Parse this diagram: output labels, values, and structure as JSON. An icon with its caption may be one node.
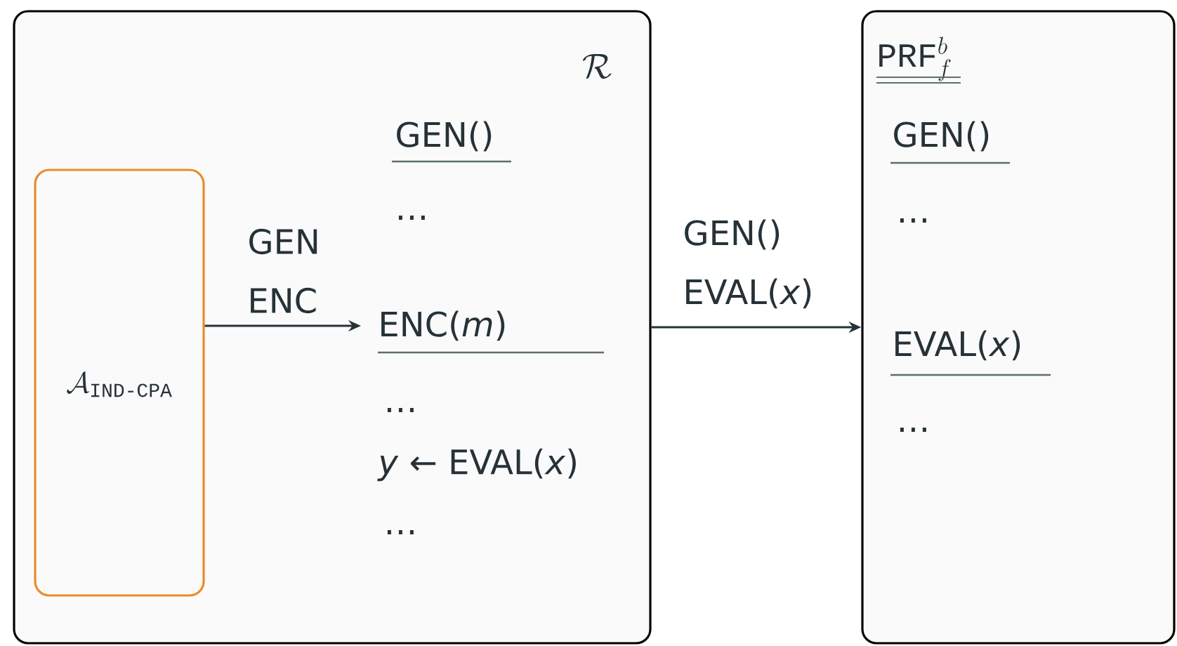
{
  "diagram": {
    "nodes": [
      {
        "text": [
          "\\mathcal{R}",
          "GEN()",
          "…",
          "…",
          "*y* ← EVAL(*x*)",
          "…"
        ]
      },
      {
        "text": [
          "\\mathcal{A}_{\\texttt{IND-CPA}}"
        ],
        "in": 0
      },
      {
        "text": [
          "ENC(*m*)"
        ],
        "in": 0
      },
      {
        "text": [
          "\\texttt{PRF}^{b}_{f}",
          "GEN()",
          "…",
          "EVAL(*x*)",
          "…"
        ]
      }
    ],
    "edges": [
      {
        "from": 1,
        "to": 2,
        "arrow": "to",
        "label": "GEN ENC"
      },
      {
        "from": 0,
        "to": 3,
        "arrow": "to",
        "label": "GEN() EVAL(*x*)"
      }
    ]
  }
}
